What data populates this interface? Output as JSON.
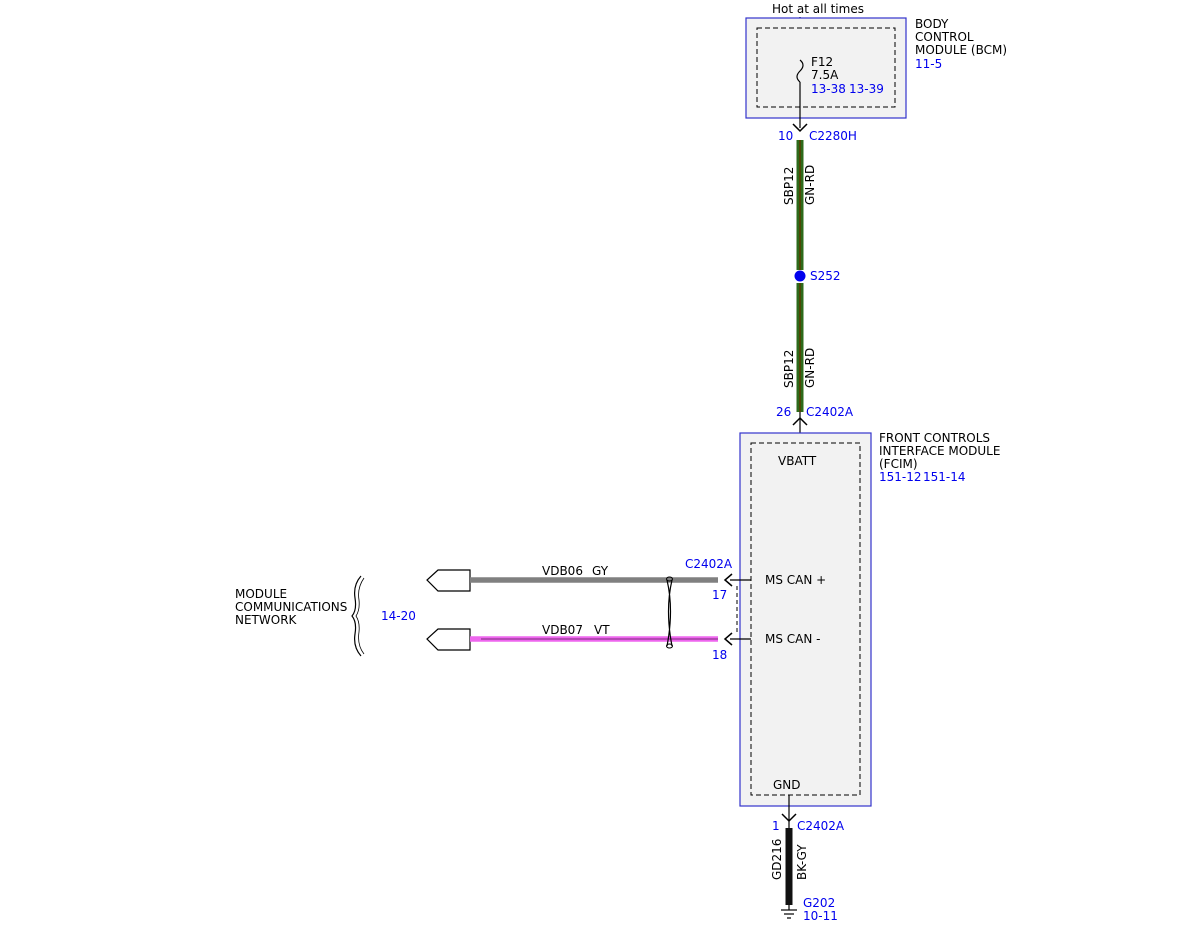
{
  "power": {
    "label": "Hot at all times"
  },
  "bcm": {
    "name_lines": [
      "BODY",
      "CONTROL",
      "MODULE (BCM)"
    ],
    "ref": "11-5",
    "fuse": {
      "id": "F12",
      "rating": "7.5A",
      "ref1": "13-38",
      "ref2": "13-39"
    }
  },
  "connectors": {
    "bcm_out": {
      "pin": "10",
      "name": "C2280H"
    },
    "fcim_in": {
      "pin": "26",
      "name": "C2402A"
    },
    "can_high": {
      "pin": "17",
      "name": "C2402A"
    },
    "can_low": {
      "pin": "18"
    },
    "gnd": {
      "pin": "1",
      "name": "C2402A"
    }
  },
  "wires": {
    "upper": {
      "circuit": "SBP12",
      "color": "GN-RD"
    },
    "lower": {
      "circuit": "SBP12",
      "color": "GN-RD"
    },
    "can_high": {
      "circuit": "VDB06",
      "color": "GY"
    },
    "can_low": {
      "circuit": "VDB07",
      "color": "VT"
    },
    "ground": {
      "circuit": "GD216",
      "color": "BK-GY"
    }
  },
  "splice": {
    "id": "S252"
  },
  "fcim": {
    "name_lines": [
      "FRONT CONTROLS",
      "INTERFACE MODULE",
      "(FCIM)"
    ],
    "ref1": "151-12",
    "ref2": "151-14",
    "pins": {
      "vbatt": "VBATT",
      "can_high": "MS CAN +",
      "can_low": "MS CAN -",
      "gnd": "GND"
    }
  },
  "network": {
    "name_lines": [
      "MODULE",
      "COMMUNICATIONS",
      "NETWORK"
    ],
    "ref": "14-20"
  },
  "ground_point": {
    "id": "G202",
    "ref": "10-11"
  },
  "colors": {
    "reference_blue": "#0000ee",
    "module_border": "#3333cc",
    "module_fill": "#f2f2f2",
    "wire_gn_rd_outer": "#2d6a1a",
    "wire_gn_rd_inner": "#5a3a00",
    "wire_gy": "#808080",
    "wire_vt": "#ee66ee",
    "wire_bk_gy": "#111111"
  }
}
